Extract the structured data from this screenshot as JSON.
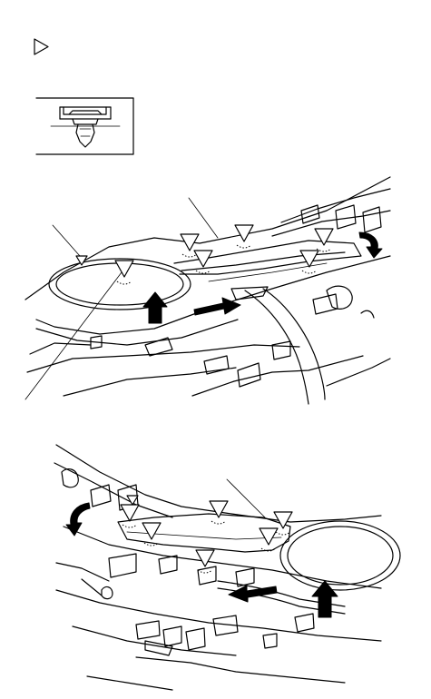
{
  "figure": {
    "legend_symbol": "clip",
    "clip_symbol": "hollow-triangle",
    "views": [
      {
        "name": "upper-view",
        "clip_count": 7,
        "arrows": [
          "up-arrow",
          "right-arrow",
          "curved-arrow"
        ]
      },
      {
        "name": "lower-view",
        "clip_count": 7,
        "arrows": [
          "up-arrow",
          "left-arrow",
          "curved-arrow"
        ]
      }
    ],
    "colors": {
      "line": "#000000",
      "background": "#ffffff"
    }
  }
}
